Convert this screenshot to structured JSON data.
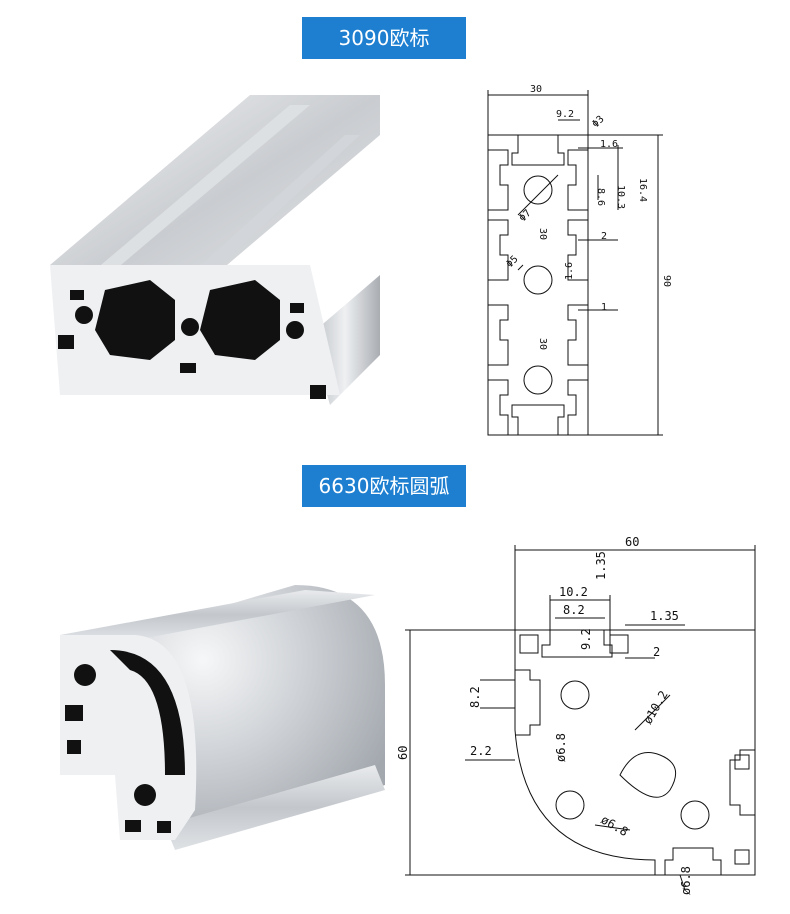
{
  "sections": [
    {
      "label": "3090欧标",
      "drawing": {
        "dimensions": {
          "width": "30",
          "slot_top": "9.2",
          "tab": "1.6",
          "height": "90",
          "d1": "8.6",
          "d2": "10.3",
          "d3": "16.4",
          "wall": "2",
          "pitch_a": "30",
          "pitch_b": "30",
          "lip": "1.6",
          "lip2": "1",
          "hole": "Φ7",
          "corner": "Φ3",
          "small": "Φ5"
        }
      }
    },
    {
      "label": "6630欧标圆弧",
      "drawing": {
        "dimensions": {
          "width": "60",
          "height": "60",
          "slot_outer": "10.2",
          "slot_inner": "8.2",
          "lip_a": "1.35",
          "lip_b": "1.35",
          "depth": "9.2",
          "wall": "2",
          "side": "8.2",
          "edge": "2.2",
          "hole_a": "ø6.8",
          "hole_b": "ø6.8",
          "hole_c": "ø6.8",
          "arc": "ø10.2"
        }
      }
    }
  ],
  "colors": {
    "label_bg": "#1e7fd1",
    "label_text": "#ffffff",
    "line": "#111111"
  }
}
